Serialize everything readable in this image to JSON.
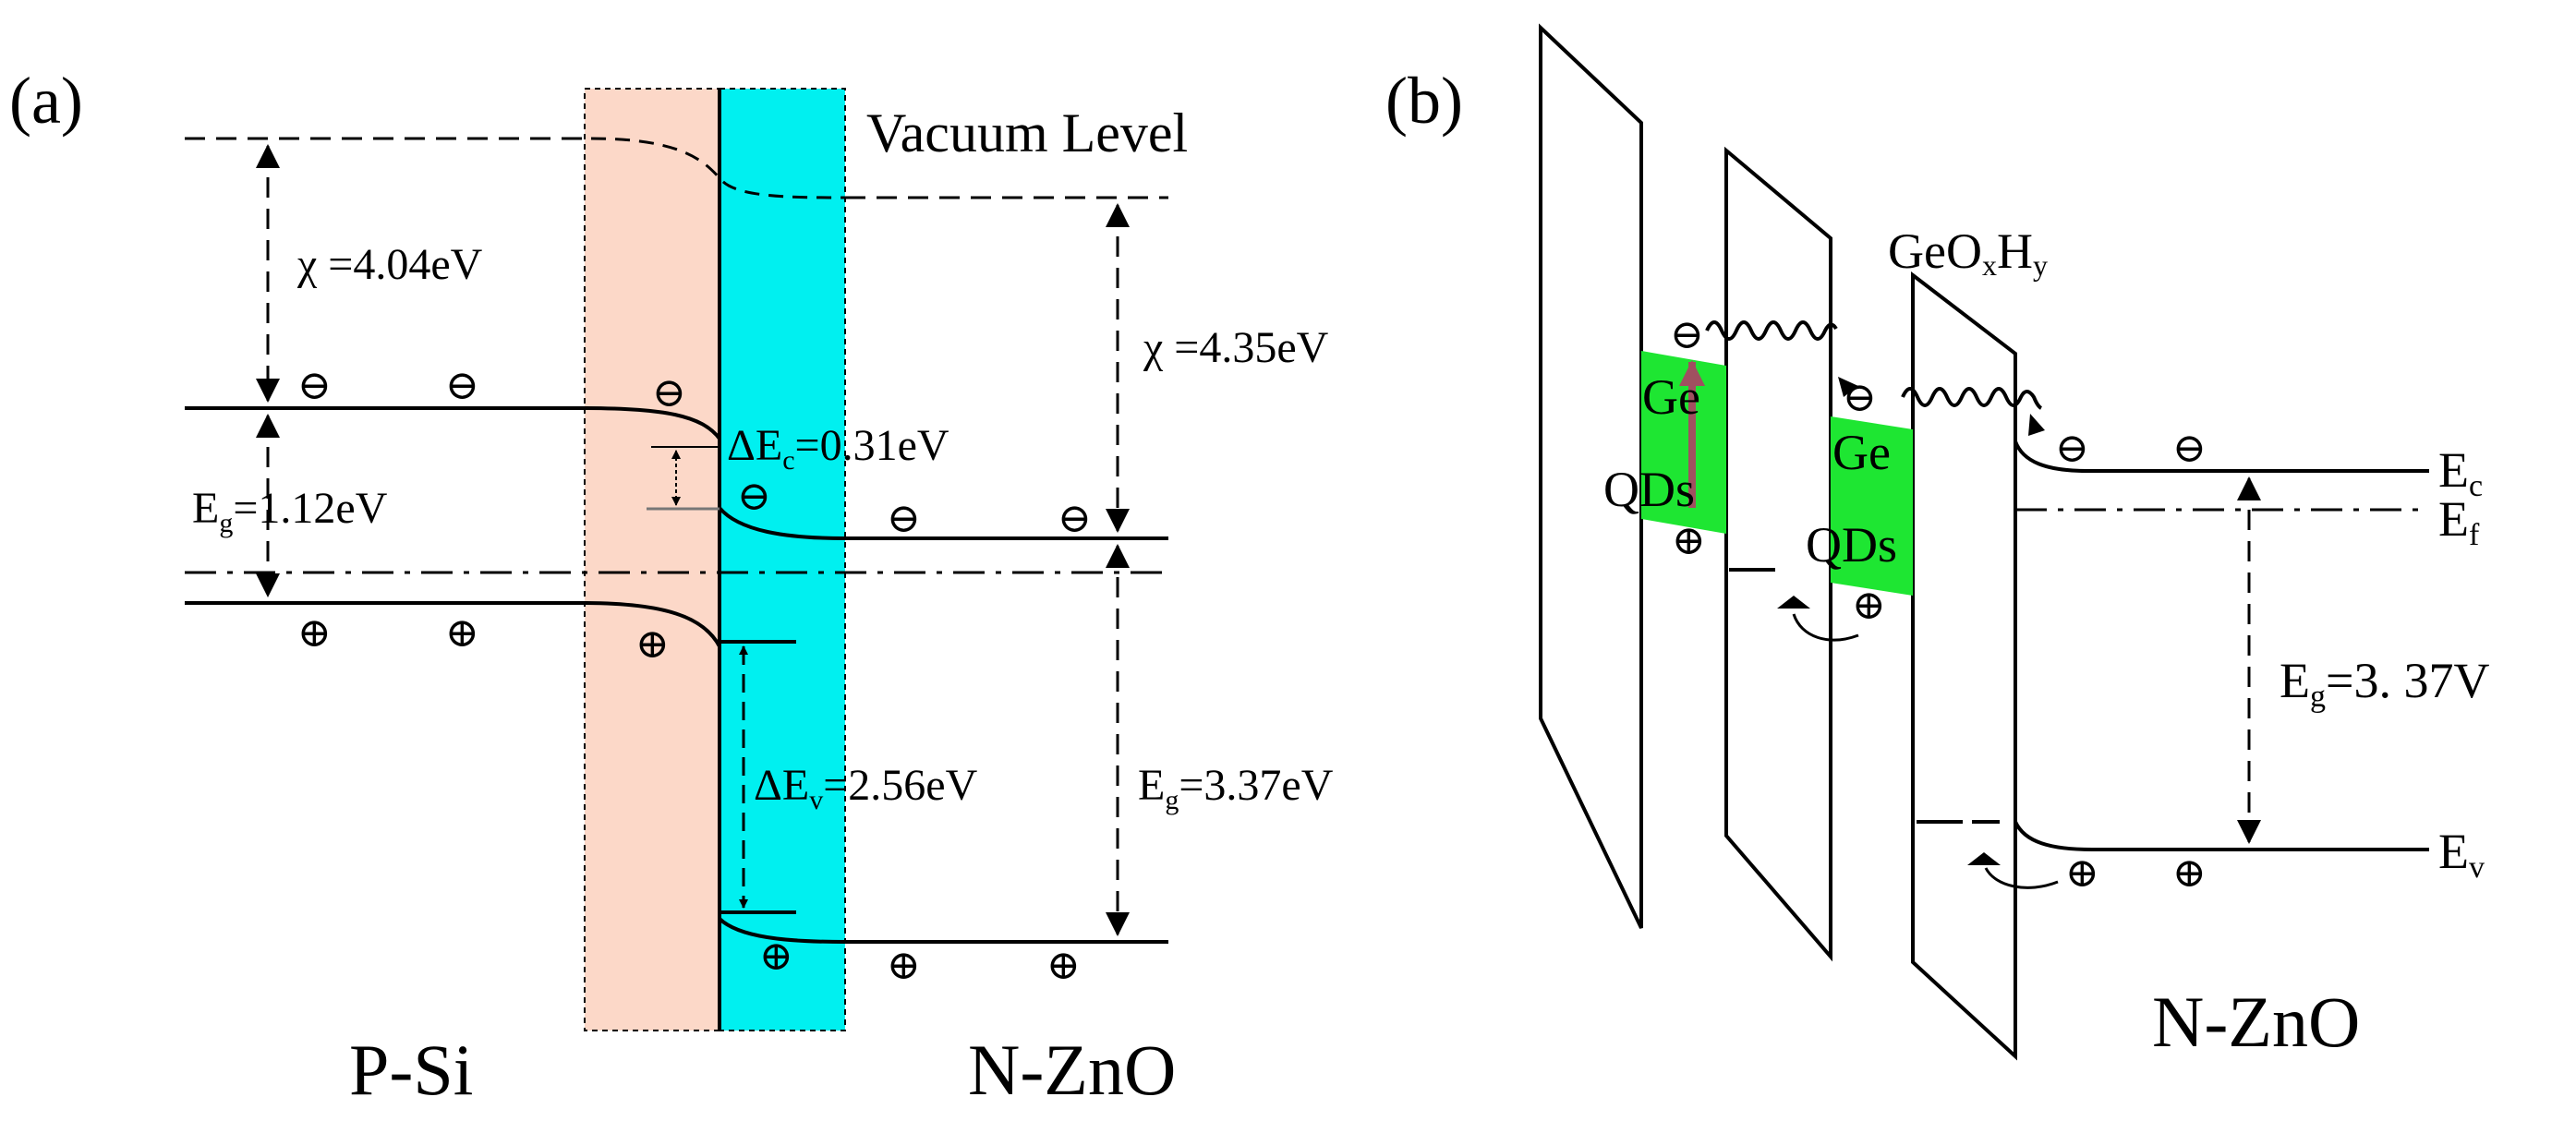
{
  "panel_a": {
    "label": "(a)",
    "vacuum_level": "Vacuum Level",
    "chi_si": "χ =4.04eV",
    "chi_zno": "χ =4.35eV",
    "eg_si": {
      "main": "E",
      "sub": "g",
      "rest": "=1.12eV"
    },
    "delta_ec": {
      "main": "ΔE",
      "sub": "c",
      "rest": "=0.31eV"
    },
    "delta_ev": {
      "main": "ΔE",
      "sub": "v",
      "rest": "=2.56eV"
    },
    "eg_zno": {
      "main": "E",
      "sub": "g",
      "rest": "=3.37eV"
    },
    "left_material": "P-Si",
    "right_material": "N-ZnO",
    "electron_symbol": "⊖",
    "hole_symbol": "⊕",
    "colors": {
      "psi_region": "#fcd8c8",
      "zno_region": "#00f0f0"
    }
  },
  "panel_b": {
    "label": "(b)",
    "geoxhy": {
      "a": "GeO",
      "x": "x",
      "b": "H",
      "y": "y"
    },
    "qd_left": [
      "Ge",
      "QDs"
    ],
    "qd_right": [
      "Ge",
      "QDs"
    ],
    "ec": {
      "main": "E",
      "sub": "c"
    },
    "ef": {
      "main": "E",
      "sub": "f"
    },
    "ev": {
      "main": "E",
      "sub": "v"
    },
    "eg": {
      "main": "E",
      "sub": "g",
      "rest": "=3. 37V"
    },
    "material": "N-ZnO",
    "electron_symbol": "⊖",
    "hole_symbol": "⊕",
    "colors": {
      "qd": "#1ee632",
      "arrow": "#a05060"
    }
  }
}
